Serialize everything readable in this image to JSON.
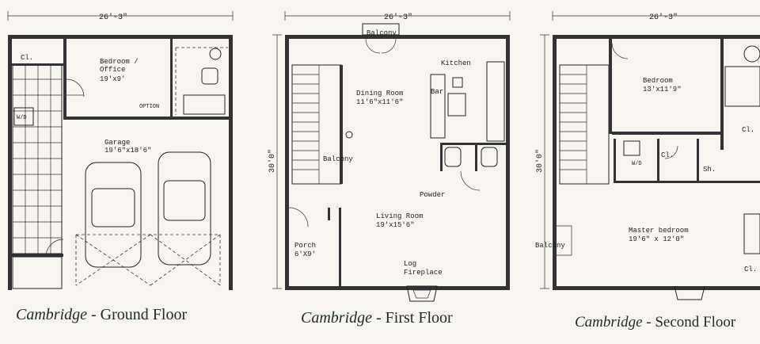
{
  "plans": [
    {
      "caption_name": "Cambridge",
      "caption_sep": " - ",
      "caption_floor": "Ground Floor",
      "width_dim": "26'-3\"",
      "rooms": {
        "closet": "Cl.",
        "bedroom": "Bedroom /",
        "bedroom_2": "Office",
        "bedroom_size": "19'x9'",
        "option": "OPTION",
        "wd": "W/D",
        "garage": "Garage",
        "garage_size": "19'6\"x18'6\""
      }
    },
    {
      "caption_name": "Cambridge",
      "caption_sep": " - ",
      "caption_floor": "First Floor",
      "width_dim": "26'-3\"",
      "depth_dim": "30'0\"",
      "rooms": {
        "balcony_top": "Balcony",
        "kitchen": "Kitchen",
        "dining": "Dining Room",
        "dining_size": "11'6\"x11'6\"",
        "bar": "Bar",
        "balcony": "Balcony",
        "powder": "Powder",
        "living": "Living Room",
        "living_size": "19'x15'6\"",
        "porch": "Porch",
        "porch_size": "6'X9'",
        "log": "Log",
        "fireplace": "Fireplace"
      }
    },
    {
      "caption_name": "Cambridge",
      "caption_sep": " - ",
      "caption_floor": "Second Floor",
      "width_dim": "26'-3\"",
      "depth_dim": "30'0\"",
      "rooms": {
        "bedroom": "Bedroom",
        "bedroom_size": "13'x11'9\"",
        "closet_a": "Cl.",
        "closet_b": "Cl.",
        "closet_c": "Cl.",
        "wd": "W/D",
        "shower": "Sh.",
        "balcony": "Balcony",
        "master": "Master bedroom",
        "master_size": "19'6\" x 12'0\""
      }
    }
  ]
}
